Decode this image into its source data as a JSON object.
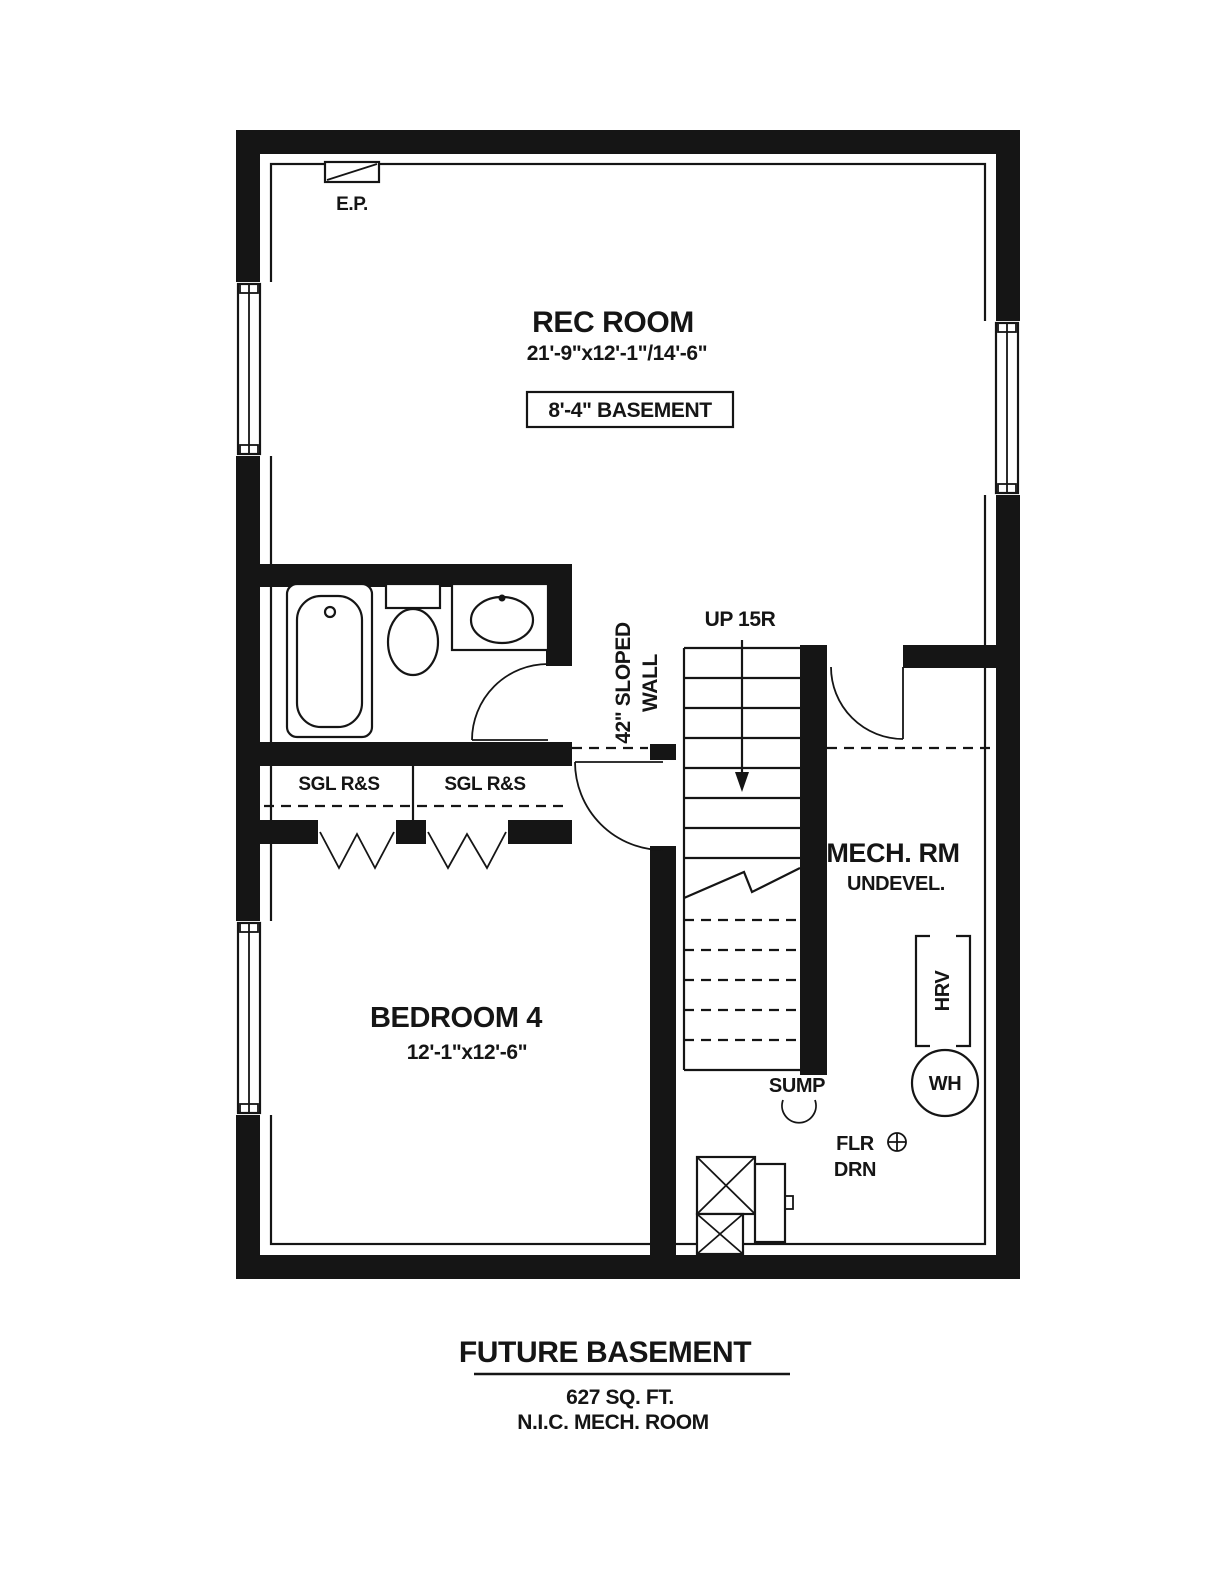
{
  "ink_color": "#151515",
  "background_color": "#ffffff",
  "rooms": {
    "rec_room": {
      "name": "REC ROOM",
      "dims": "21'-9\"x12'-1\"/14'-6\"",
      "ceiling_note": "8'-4\" BASEMENT"
    },
    "bedroom4": {
      "name": "BEDROOM 4",
      "dims": "12'-1\"x12'-6\""
    },
    "mech_room": {
      "name": "MECH. RM",
      "status": "UNDEVEL."
    }
  },
  "labels": {
    "electrical_panel": "E.P.",
    "stairs_up": "UP 15R",
    "sloped_wall_line1": "42\" SLOPED",
    "sloped_wall_line2": "WALL",
    "closet_left": "SGL R&S",
    "closet_right": "SGL R&S",
    "hrv": "HRV",
    "water_heater": "WH",
    "sump": "SUMP",
    "floor_drain_line1": "FLR",
    "floor_drain_line2": "DRN"
  },
  "title_block": {
    "title": "FUTURE BASEMENT",
    "area": "627 SQ. FT.",
    "note": "N.I.C. MECH. ROOM"
  }
}
